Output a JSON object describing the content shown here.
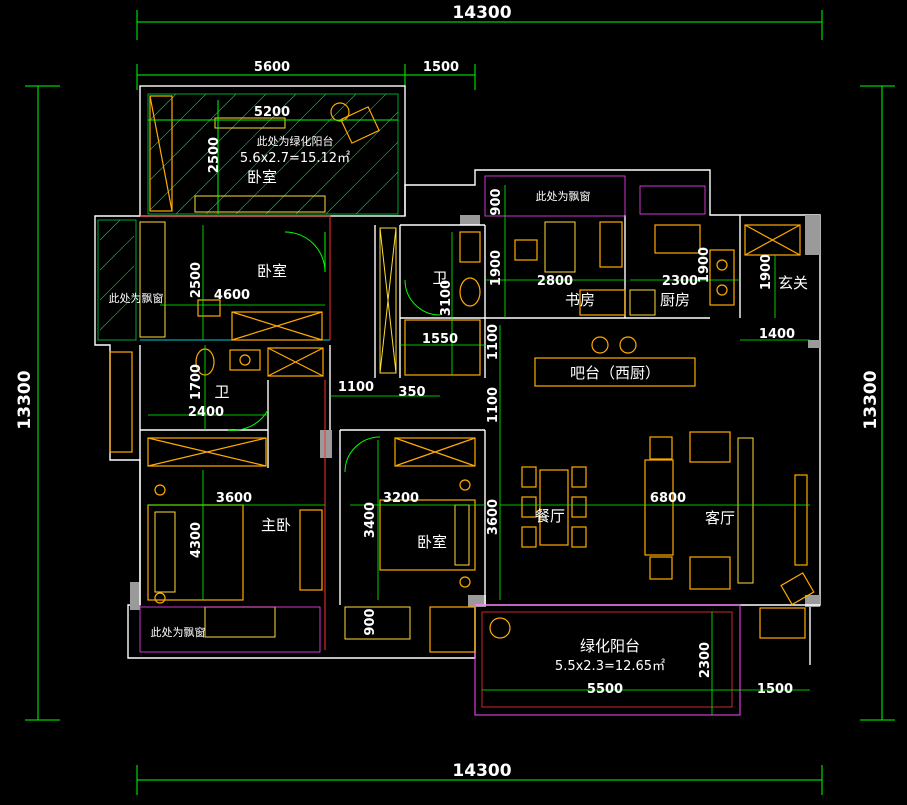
{
  "overall_dims": {
    "top_total": "14300",
    "bottom_total": "14300",
    "left_total": "13300",
    "right_total": "13300"
  },
  "top_dims": {
    "d1": "5600",
    "d2": "1500",
    "d3": "5200"
  },
  "rooms": {
    "bedroom_top": "卧室",
    "bedroom_mid": "卧室",
    "bath_1": "卫",
    "bath_2": "卫",
    "study": "书房",
    "kitchen": "厨房",
    "foyer": "玄关",
    "bar": "吧台（西厨）",
    "dining": "餐厅",
    "living": "客厅",
    "master_bedroom": "主卧",
    "bedroom_small": "卧室",
    "green_balcony": "绿化阳台"
  },
  "notes": {
    "top_balcony_note": "此处为绿化阳台",
    "top_balcony_area": "5.6x2.7=15.12㎡",
    "bay_window_left": "此处为飘窗",
    "bay_window_study": "此处为飘窗",
    "bay_window_bottom": "此处为飘窗",
    "bottom_balcony_area": "5.5x2.3=12.65㎡"
  },
  "inner_dims": {
    "v2500_top": "2500",
    "v2500_mid": "2500",
    "h4600": "4600",
    "v900_study": "900",
    "v1900_study": "1900",
    "h2800": "2800",
    "h2300": "2300",
    "v1900_kitchen": "1900",
    "v1900_foyer": "1900",
    "v3100": "3100",
    "h1550": "1550",
    "h1400": "1400",
    "v1100_a": "1100",
    "v1100_b": "1100",
    "h1100": "1100",
    "h350": "350",
    "v1700": "1700",
    "h2400": "2400",
    "h3600": "3600",
    "h3200": "3200",
    "v4300": "4300",
    "v3400": "3400",
    "v3600": "3600",
    "h6800": "6800",
    "v900_bottom": "900",
    "h5500": "5500",
    "v2300": "2300",
    "h1500_bottom": "1500"
  }
}
